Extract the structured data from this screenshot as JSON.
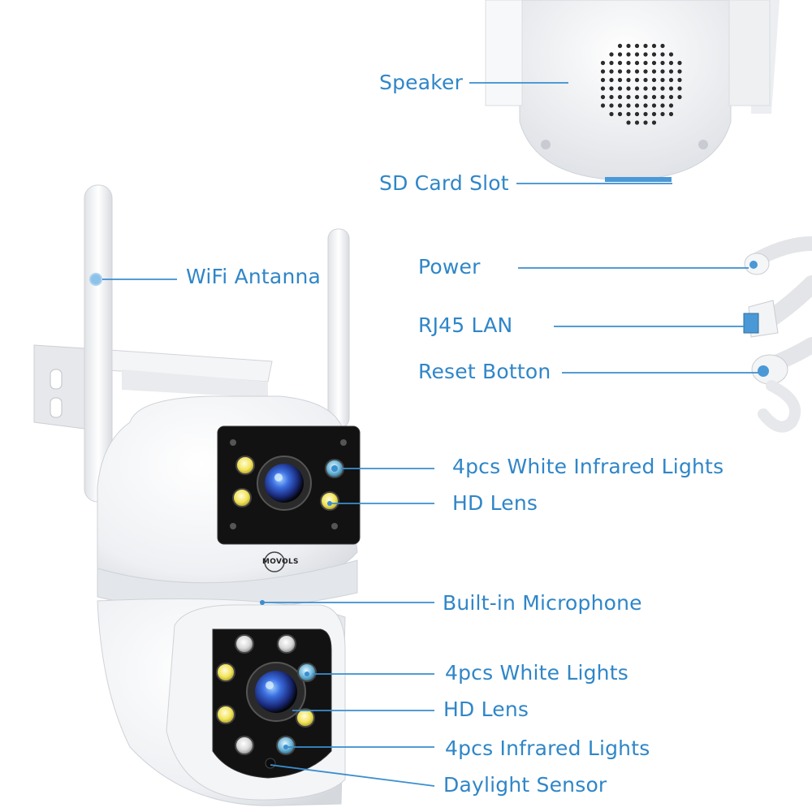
{
  "brand": "MOVOLS",
  "labels": {
    "speaker": "Speaker",
    "sd_card_slot": "SD Card Slot",
    "wifi_antenna": "WiFi Antanna",
    "power": "Power",
    "rj45_lan": "RJ45 LAN",
    "reset_button": "Reset Botton",
    "white_infrared_lights": "4pcs White Infrared Lights",
    "hd_lens_top": "HD Lens",
    "builtin_microphone": "Built-in Microphone",
    "white_lights": "4pcs White Lights",
    "hd_lens_bottom": "HD Lens",
    "infrared_lights": "4pcs Infrared Lights",
    "daylight_sensor": "Daylight Sensor"
  },
  "colors": {
    "label_text": "#2f86c8",
    "leader_line": "#3a8ecf",
    "camera_body": "#f2f3f5",
    "lens_panel": "#141414",
    "lens_blue": "#2f5fd6",
    "led_yellow": "#f2e55a",
    "led_white": "#d8d8d8",
    "led_ir": "#6fb7d9"
  }
}
